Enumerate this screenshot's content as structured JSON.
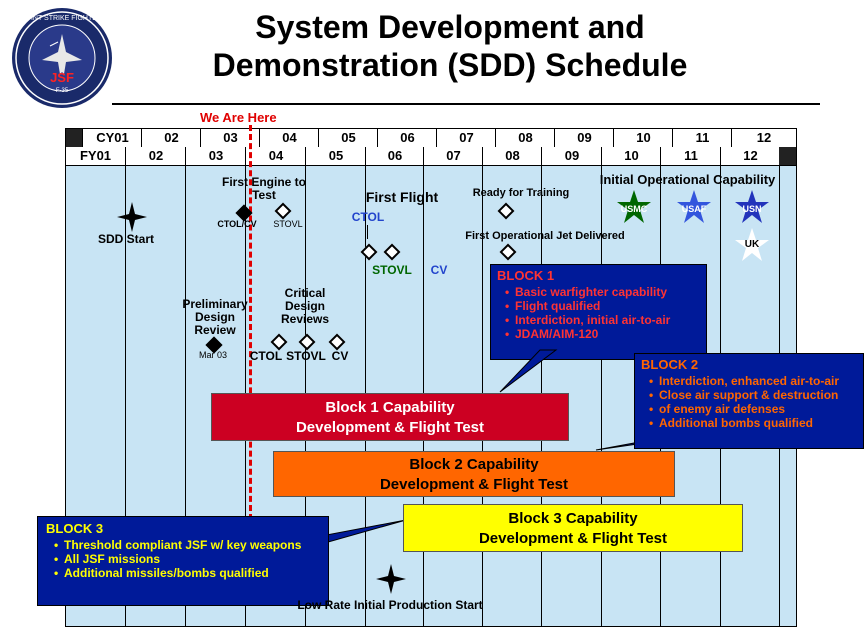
{
  "title_line1": "System Development and",
  "title_line2": "Demonstration (SDD) Schedule",
  "logo": {
    "ring_text": "JOINT STRIKE FIGHTER",
    "center": "JSF",
    "sub": "F-35"
  },
  "we_are_here": "We Are Here",
  "cy_years": [
    "CY01",
    "02",
    "03",
    "04",
    "05",
    "06",
    "07",
    "08",
    "09",
    "10",
    "11",
    "12"
  ],
  "fy_years": [
    "FY01",
    "02",
    "03",
    "04",
    "05",
    "06",
    "07",
    "08",
    "09",
    "10",
    "11",
    "12"
  ],
  "milestones": {
    "sdd_start": "SDD Start",
    "first_engine_test": "First Engine to Test",
    "ctol_cv_small": "CTOL/CV",
    "stovl_small": "STOVL",
    "pdr": "Preliminary Design Review",
    "pdr_date": "Mar 03",
    "cdr": "Critical Design Reviews",
    "cdr_ctol": "CTOL",
    "cdr_stovl": "STOVL",
    "cdr_cv": "CV",
    "first_flight": "First Flight",
    "ff_ctol": "CTOL",
    "ff_stovl": "STOVL",
    "ff_cv": "CV",
    "ready_training": "Ready for Training",
    "first_jet": "First Operational Jet Delivered",
    "ioc": "Initial Operational Capability",
    "ioc_usmc": "USMC",
    "ioc_usaf": "USAF",
    "ioc_usn": "USN",
    "ioc_uk": "UK",
    "lrip": "Low Rate Initial Production Start"
  },
  "bars": {
    "block1_l1": "Block 1 Capability",
    "block1_l2": "Development & Flight Test",
    "block2_l1": "Block 2  Capability",
    "block2_l2": "Development & Flight Test",
    "block3_l1": "Block 3 Capability",
    "block3_l2": "Development & Flight Test"
  },
  "callouts": {
    "block1": {
      "title": "BLOCK 1",
      "items": [
        "Basic warfighter capability",
        "Flight qualified",
        "Interdiction, initial air-to-air",
        "JDAM/AIM-120"
      ]
    },
    "block2": {
      "title": "BLOCK 2",
      "items": [
        "Interdiction, enhanced air-to-air",
        "Close air support & destruction",
        "of enemy air defenses",
        "Additional bombs qualified"
      ]
    },
    "block3": {
      "title": "BLOCK 3",
      "items": [
        "Threshold compliant JSF w/ key weapons",
        "All JSF missions",
        "Additional missiles/bombs qualified"
      ]
    }
  },
  "colors": {
    "block1": "#cc0022",
    "block2": "#ff6600",
    "block3": "#ffff00",
    "callout_bg": "#001a99",
    "callout_text_red": "#ff3333",
    "callout_text_yellow": "#ffff00",
    "grid_bg": "#c8e4f4",
    "here_line": "#e00000",
    "star_green": "#006600",
    "star_blue": "#2244cc"
  }
}
